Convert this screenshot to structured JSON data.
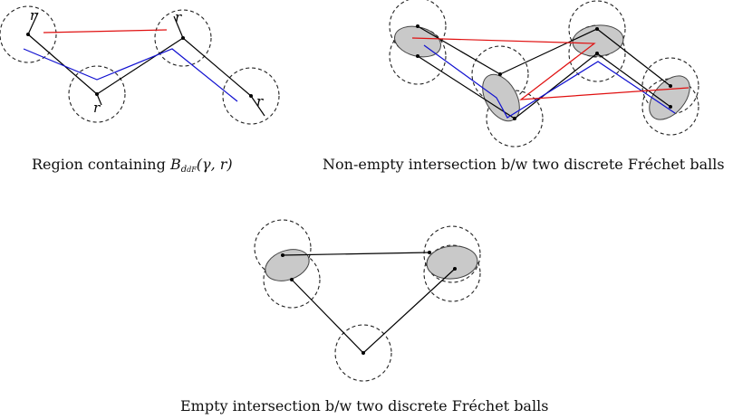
{
  "panels": [
    {
      "caption_text": "Region containing ",
      "caption_math": "B",
      "caption_sub": "d",
      "caption_sub2": "dF",
      "caption_args": "(γ, r)"
    },
    {
      "caption": "Non-empty intersection b/w two discrete Fréchet balls"
    },
    {
      "caption": "Empty intersection b/w two discrete Fréchet balls"
    }
  ],
  "radius_label": "r",
  "colors": {
    "black_curve": "#000000",
    "blue_curve": "#1010d0",
    "red_curve": "#e01010",
    "intersection_fill": "#c9c9c9"
  }
}
